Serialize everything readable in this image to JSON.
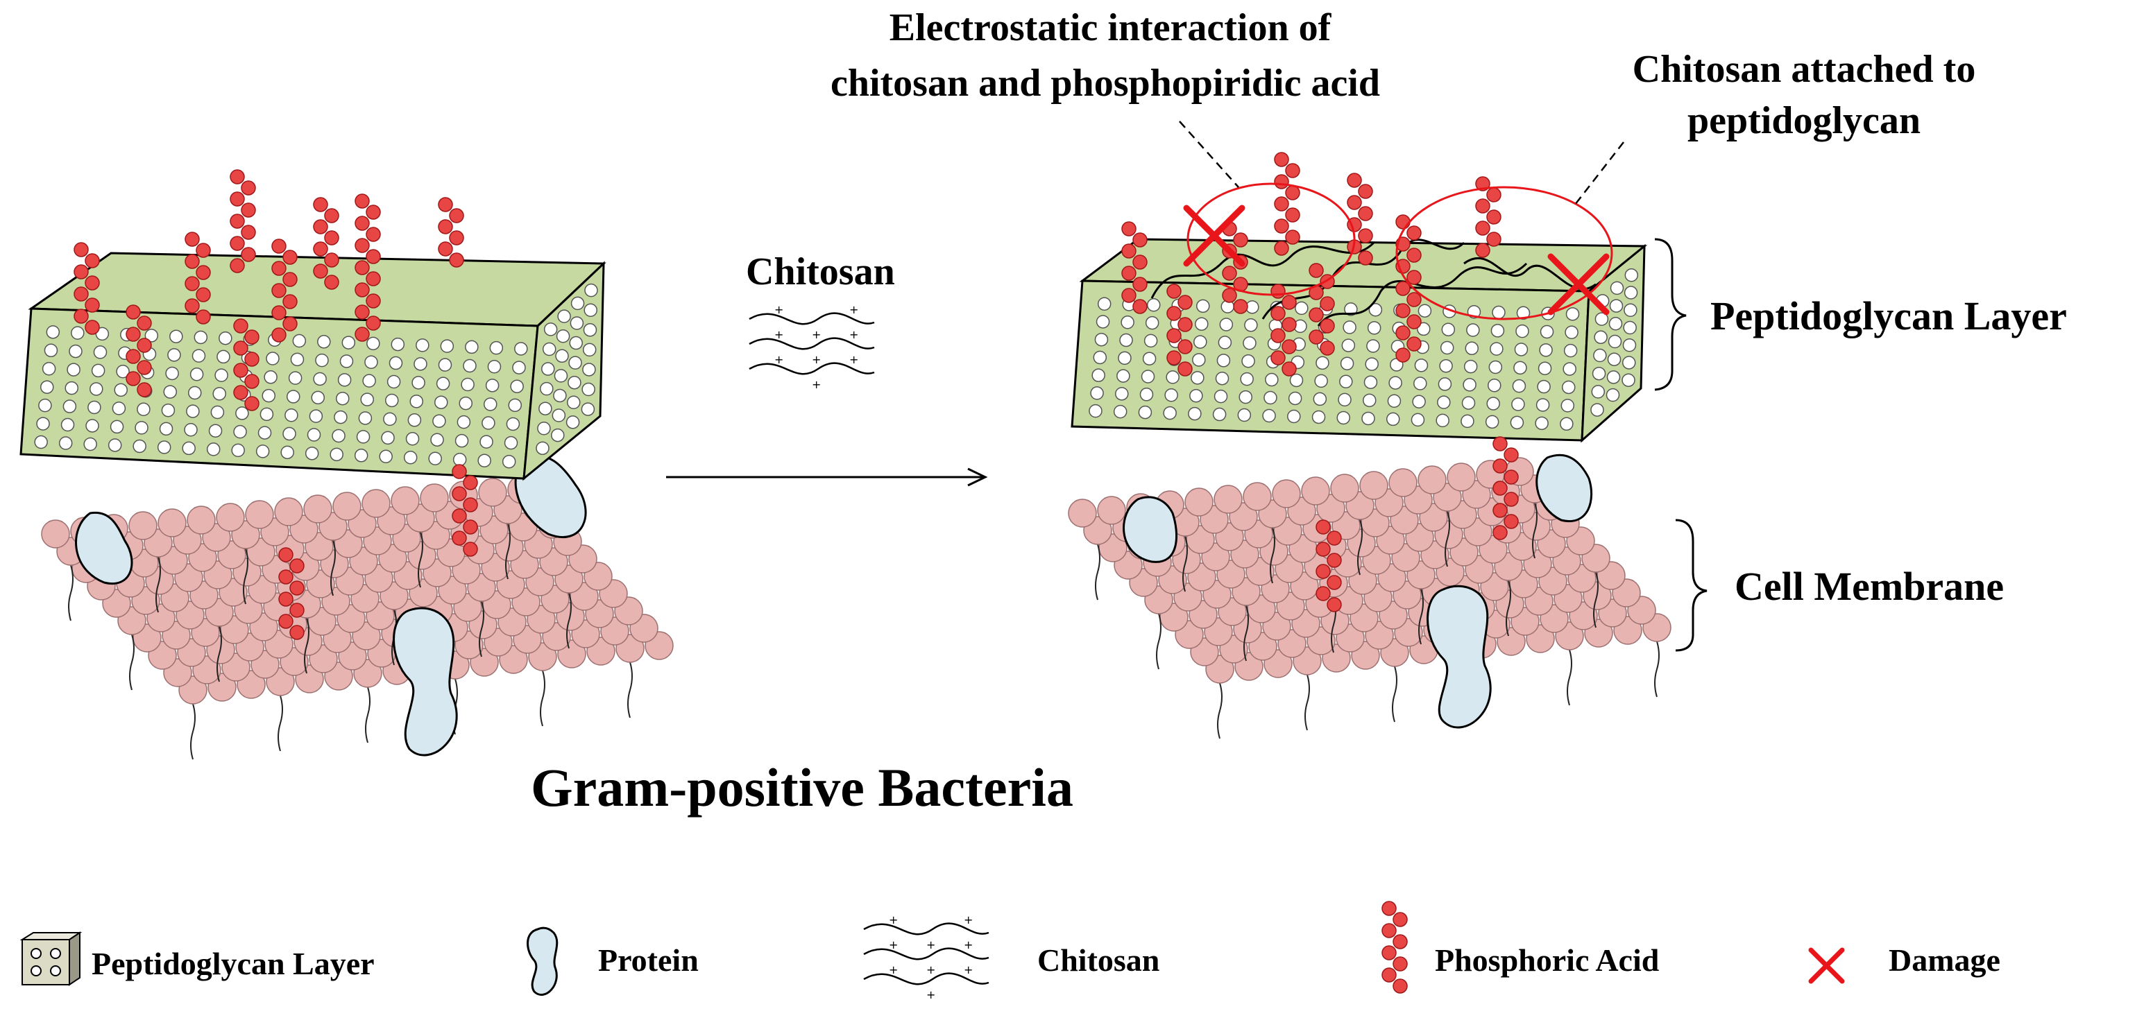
{
  "title": "Gram-positive Bacteria",
  "arrow_label": "Chitosan",
  "callouts": {
    "electrostatic_line1": "Electrostatic interaction of",
    "electrostatic_line2": "chitosan and phosphopiridic acid",
    "attached_line1": "Chitosan attached to",
    "attached_line2": "peptidoglycan"
  },
  "layer_labels": {
    "peptidoglycan": "Peptidoglycan Layer",
    "membrane": "Cell Membrane"
  },
  "legend": [
    {
      "label": "Peptidoglycan Layer",
      "icon": "peptidoglycan-block-icon"
    },
    {
      "label": "Protein",
      "icon": "protein-icon"
    },
    {
      "label": "Chitosan",
      "icon": "chitosan-chain-icon"
    },
    {
      "label": "Phosphoric Acid",
      "icon": "phosphoric-acid-icon"
    },
    {
      "label": "Damage",
      "icon": "damage-x-icon"
    }
  ],
  "chitosan_charge_symbol": "+",
  "colors": {
    "peptidoglycan": "#c6d9a0",
    "membrane_head": "#e8b4b1",
    "phosphoric_acid": "#e84545",
    "protein": "#d7e8f0",
    "damage": "#e8161b",
    "highlight_circle": "#e8161b"
  }
}
